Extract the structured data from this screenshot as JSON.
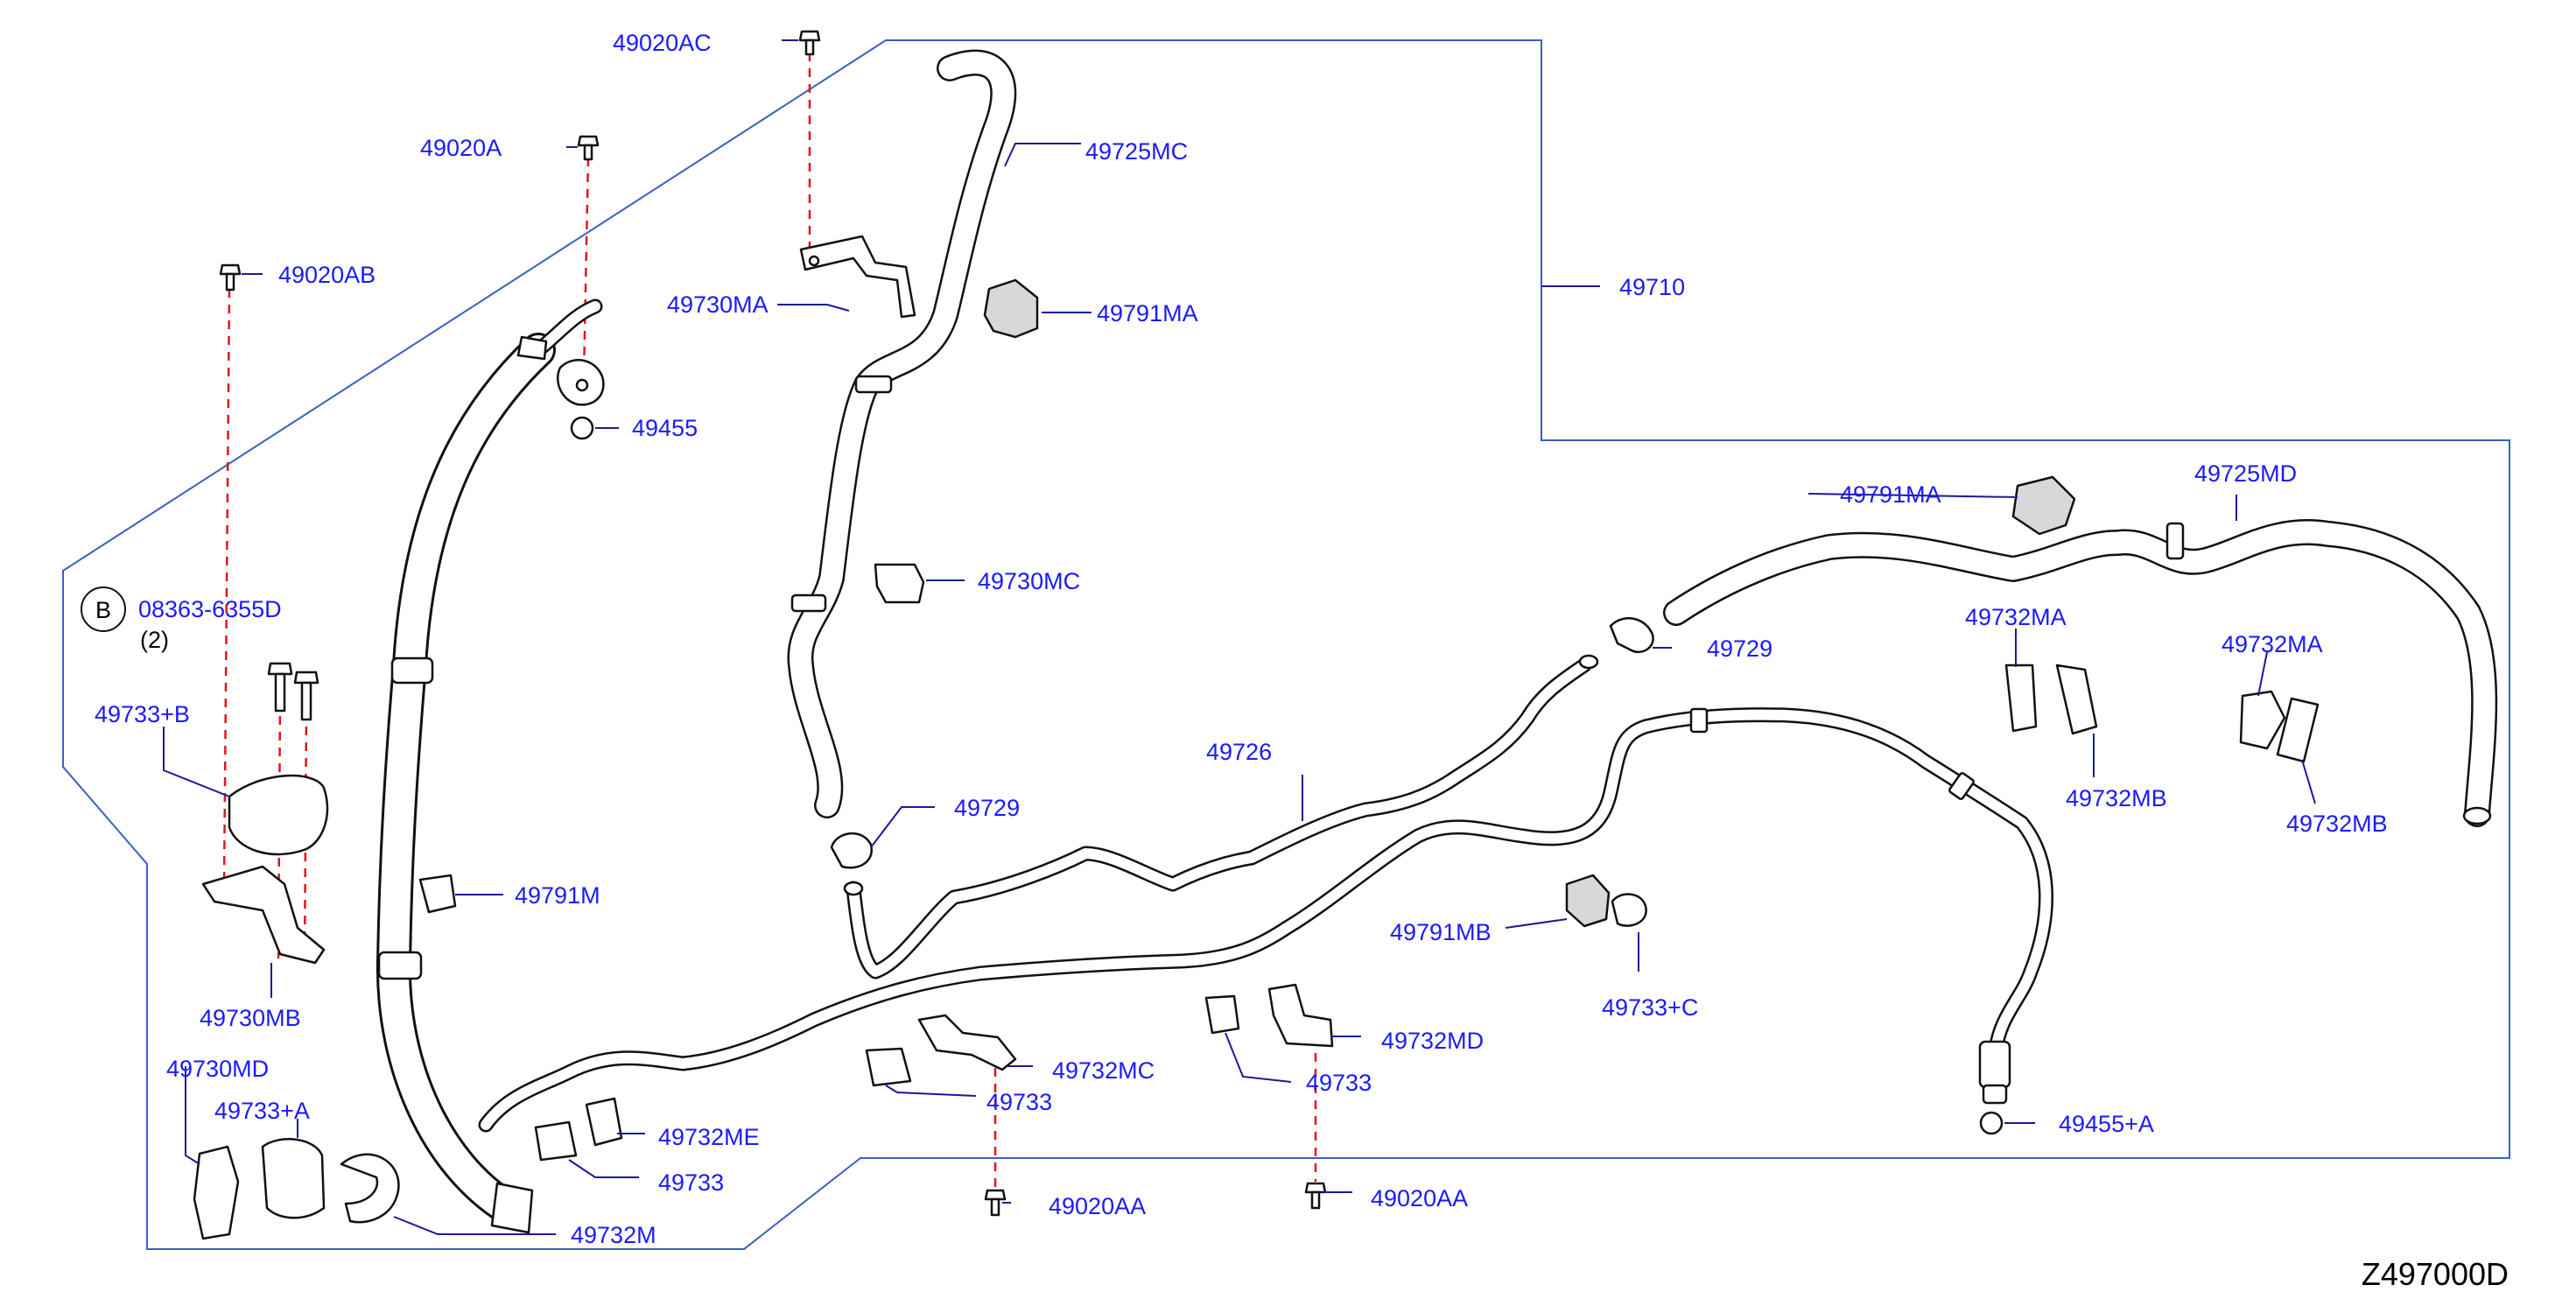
{
  "diagram": {
    "code": "Z497000D",
    "note_ref": {
      "symbol": "B",
      "part": "08363-6355D",
      "qty": "(2)"
    },
    "labels": {
      "p49020AC": "49020AC",
      "p49020A": "49020A",
      "p49020AB": "49020AB",
      "p49725MC": "49725MC",
      "p49730MA": "49730MA",
      "p49791MA_top": "49791MA",
      "p49710": "49710",
      "p49455": "49455",
      "p49791MA_right": "49791MA",
      "p49725MD": "49725MD",
      "p49730MC": "49730MC",
      "p49732MA_a": "49732MA",
      "p49729_upper": "49729",
      "p49732MA_b": "49732MA",
      "p49733B": "49733+B",
      "p49726": "49726",
      "p49729_lower": "49729",
      "p49732MB_a": "49732MB",
      "p49732MB_b": "49732MB",
      "p49791M": "49791M",
      "p49791MB": "49791MB",
      "p49730MB": "49730MB",
      "p49733C": "49733+C",
      "p49732MD": "49732MD",
      "p49730MD": "49730MD",
      "p49732MC": "49732MC",
      "p49733_mid": "49733",
      "p49733_right": "49733",
      "p49733A": "49733+A",
      "p49732ME": "49732ME",
      "p49455A": "49455+A",
      "p49733_left": "49733",
      "p49020AA_a": "49020AA",
      "p49020AA_b": "49020AA",
      "p49732M": "49732M"
    }
  },
  "colors": {
    "label": "#1a1aff",
    "frame": "#3a5fbf",
    "dashed_guide": "#e0141e",
    "line_art": "#111111"
  }
}
